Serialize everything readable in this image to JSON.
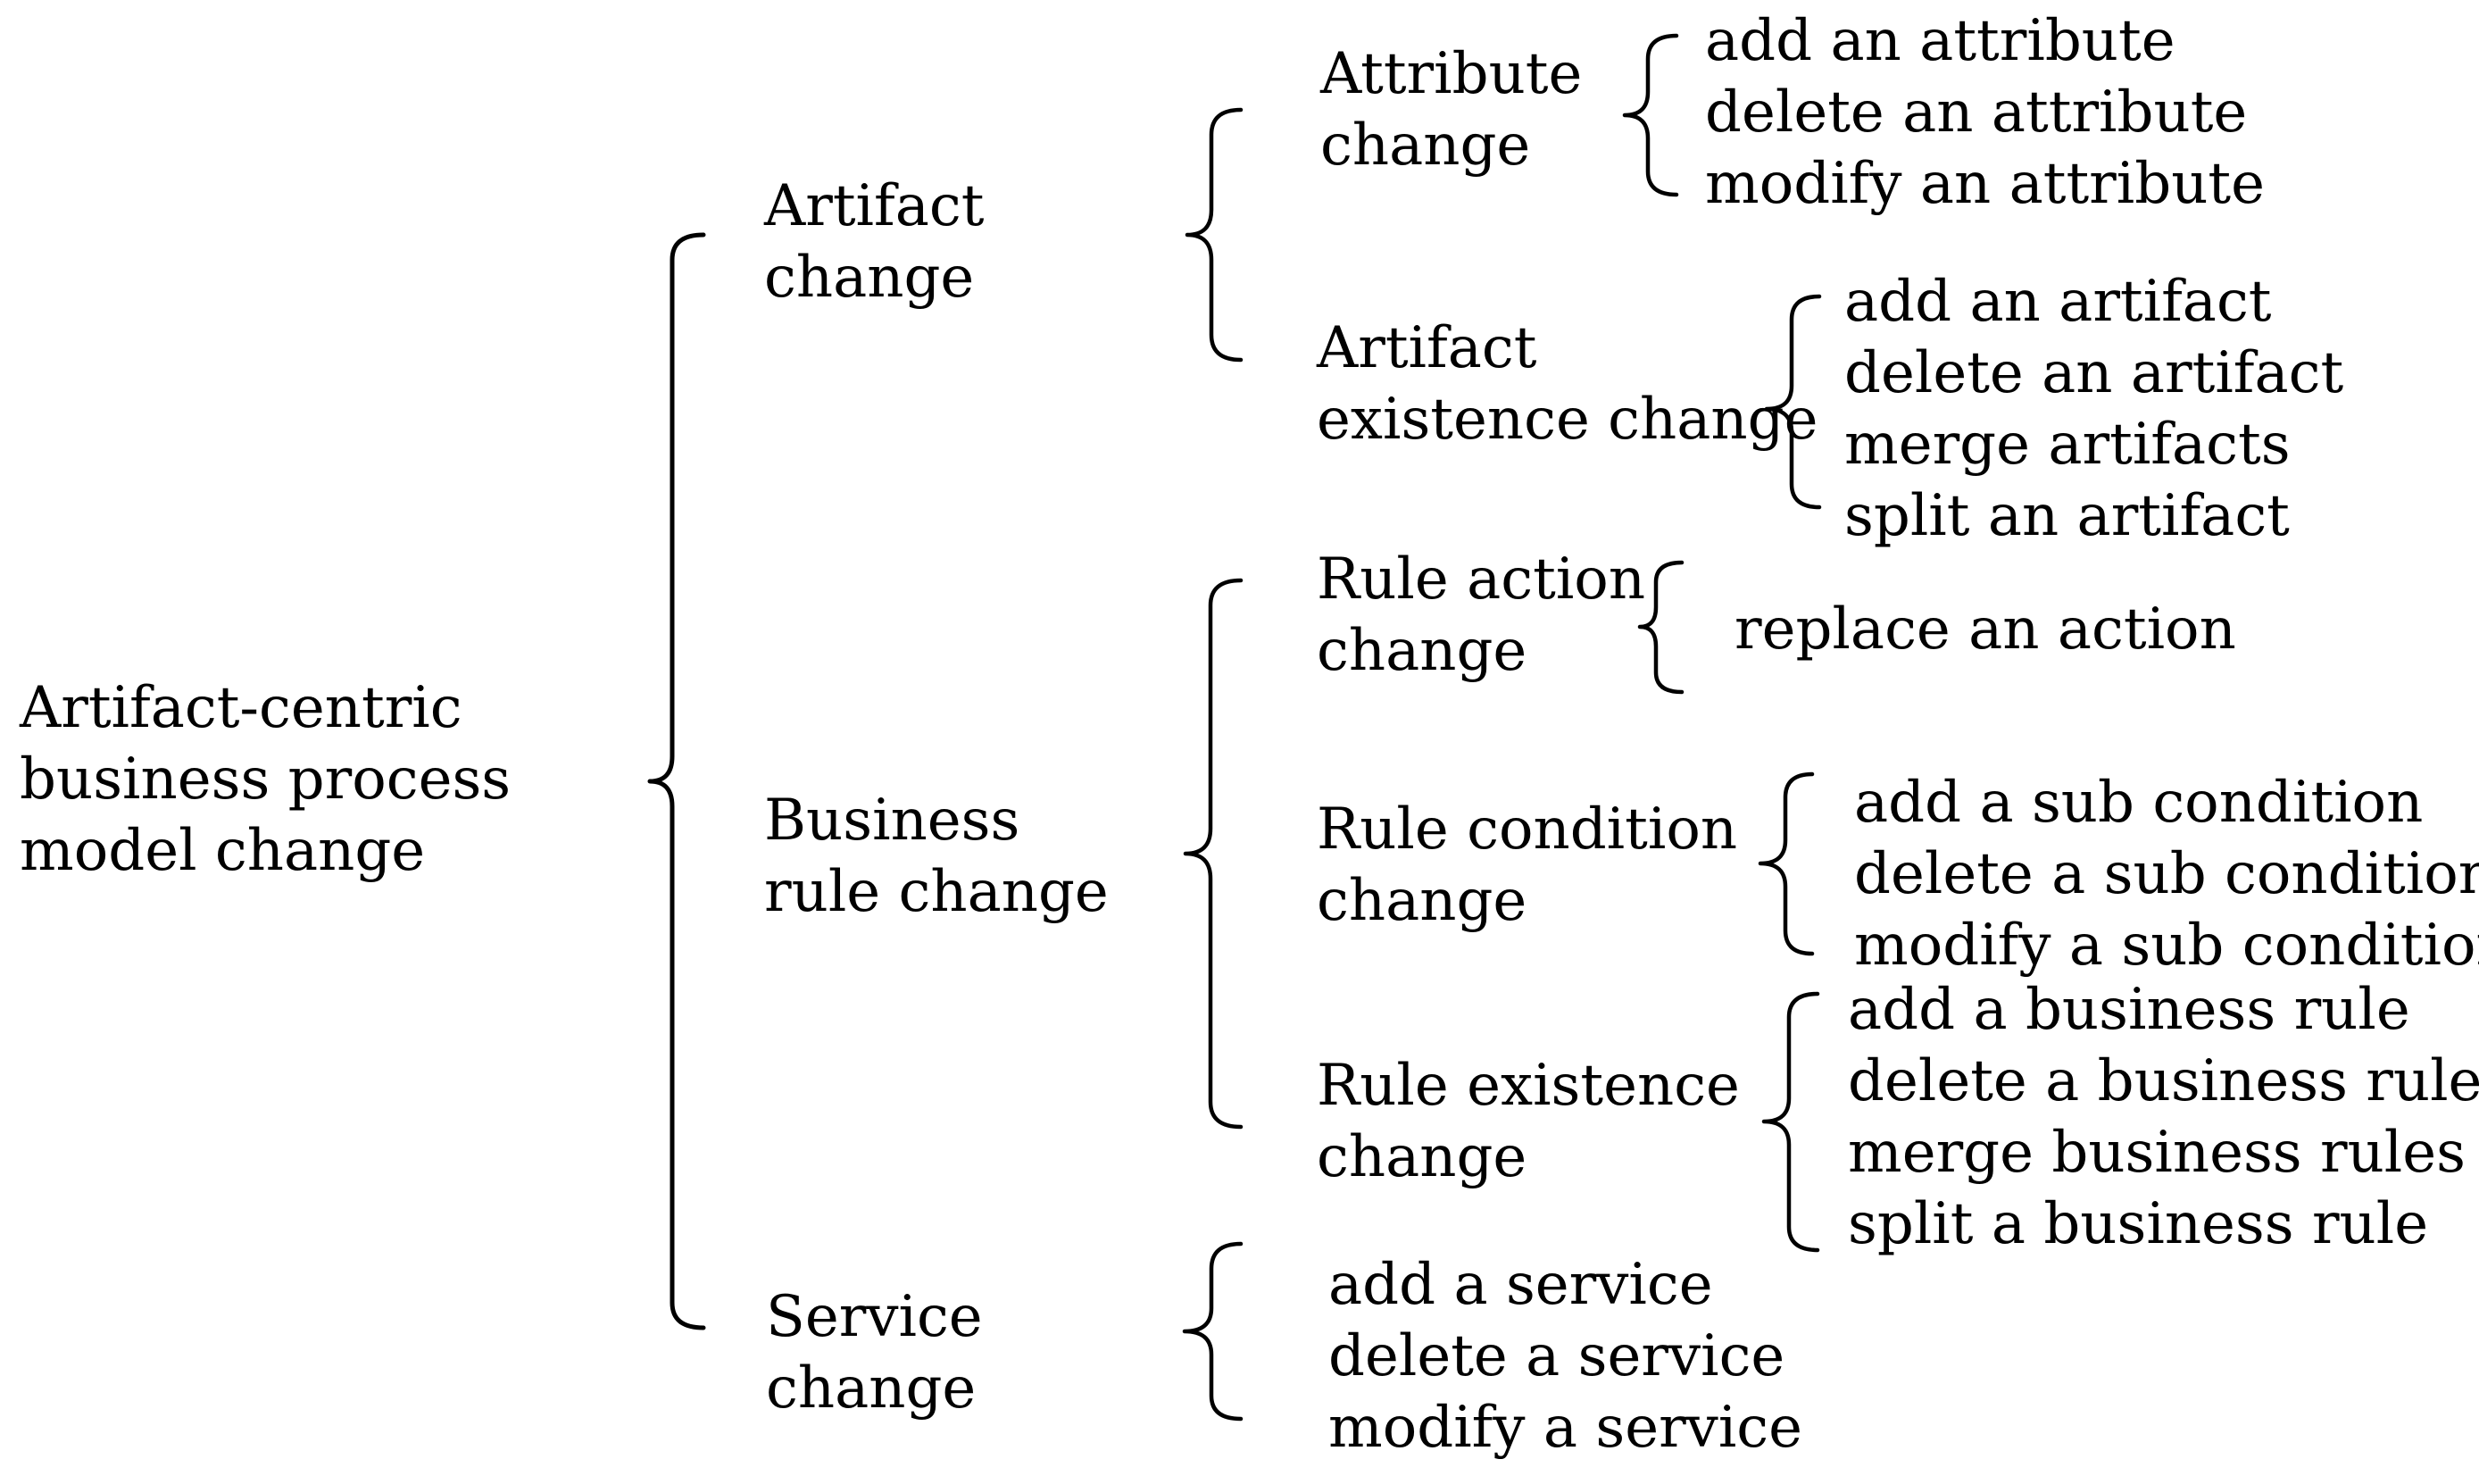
{
  "figure": {
    "background_color": "#ffffff",
    "text_color": "#000000",
    "brace_color": "#000000"
  },
  "tree": {
    "root": {
      "label": "Artifact-centric business process model change",
      "label_lines": [
        "Artifact-centric",
        "business process",
        "model change"
      ]
    },
    "groups": [
      {
        "label": "Artifact change",
        "label_lines": [
          "Artifact",
          "change"
        ],
        "children": [
          {
            "label": "Attribute change",
            "label_lines": [
              "Attribute",
              "change"
            ],
            "leaves": [
              "add an attribute",
              "delete an attribute",
              "modify an attribute"
            ]
          },
          {
            "label": "Artifact existence change",
            "label_lines": [
              "Artifact",
              "existence change"
            ],
            "leaves": [
              "add an artifact",
              "delete an artifact",
              "merge artifacts",
              "split an artifact"
            ]
          }
        ]
      },
      {
        "label": "Business rule change",
        "label_lines": [
          "Business",
          "rule change"
        ],
        "children": [
          {
            "label": "Rule action change",
            "label_lines": [
              "Rule action",
              "change"
            ],
            "leaves": [
              "replace an action"
            ]
          },
          {
            "label": "Rule condition change",
            "label_lines": [
              "Rule condition",
              "change"
            ],
            "leaves": [
              "add a sub condition",
              "delete a sub condition",
              "modify a sub condition"
            ]
          },
          {
            "label": "Rule existence change",
            "label_lines": [
              "Rule existence",
              "change"
            ],
            "leaves": [
              "add a business rule",
              "delete a business rule",
              "merge business rules",
              "split a business rule"
            ]
          }
        ]
      },
      {
        "label": "Service change",
        "label_lines": [
          "Service",
          "change"
        ],
        "children": [],
        "leaves": [
          "add a service",
          "delete a service",
          "modify a service"
        ]
      }
    ]
  }
}
